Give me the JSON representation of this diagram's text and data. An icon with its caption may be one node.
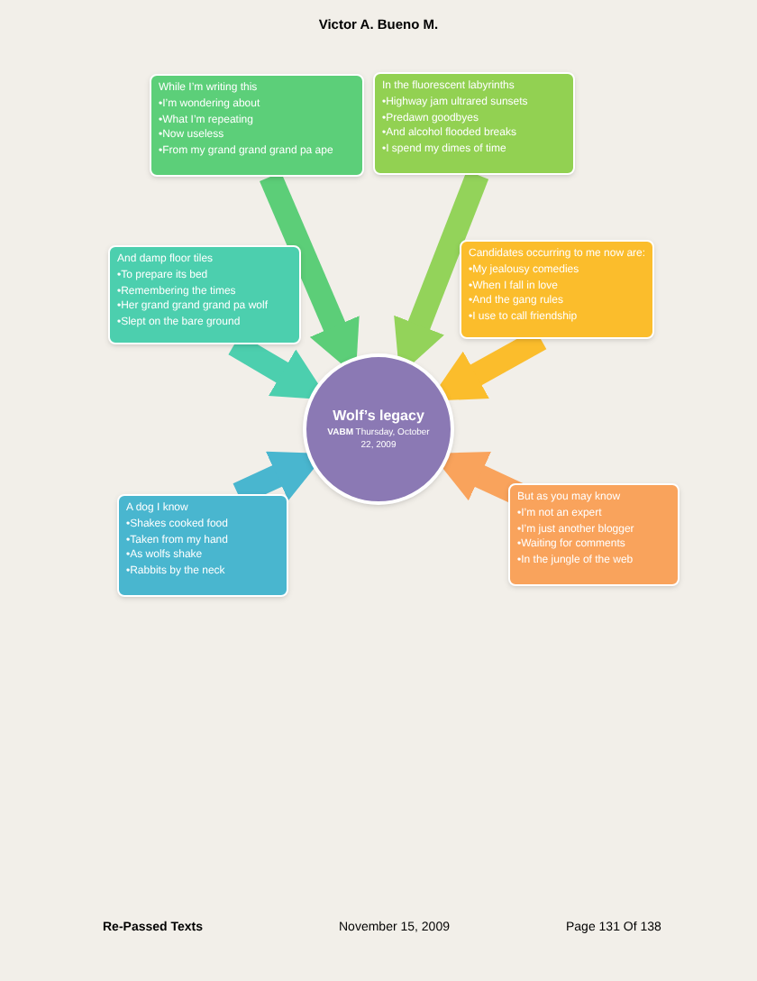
{
  "diagram": {
    "nodes": [
      {
        "text": [
          "Wolf’s legacy",
          "**VABM** Thursday, October 22, 2009"
        ]
      },
      {
        "text": [
          "While I’m writing this",
          "•I’m wondering about",
          "•What I’m repeating",
          "•Now useless",
          "•From my grand grand grand pa ape"
        ]
      },
      {
        "text": [
          "In the fluorescent labyrinths",
          "•Highway jam ultrared sunsets",
          "•Predawn goodbyes",
          "•And alcohol flooded breaks",
          "•I spend my dimes of time"
        ]
      },
      {
        "text": [
          "And damp floor tiles",
          "•To prepare its bed",
          "•Remembering the times",
          "•Her grand grand grand pa wolf",
          "•Slept on the bare ground"
        ]
      },
      {
        "text": [
          "Candidates occurring to me now are:",
          "•My jealousy comedies",
          "•When I fall in love",
          "•And the gang rules",
          "•I use to call friendship"
        ]
      },
      {
        "text": [
          "A dog I know",
          "•Shakes cooked food",
          "•Taken from my hand",
          "•As wolfs shake",
          "•Rabbits by the neck"
        ]
      },
      {
        "text": [
          "But as you may know",
          "•I’m not an expert",
          "•I’m just another blogger",
          "•Waiting for comments",
          "•In the jungle of the web"
        ]
      }
    ],
    "edges": [
      {
        "from": 1,
        "to": 0,
        "arrow": "to",
        "color": "#5cce78"
      },
      {
        "from": 2,
        "to": 0,
        "arrow": "to",
        "color": "#93d35a"
      },
      {
        "from": 3,
        "to": 0,
        "arrow": "to",
        "color": "#4ccfae"
      },
      {
        "from": 4,
        "to": 0,
        "arrow": "to",
        "color": "#fbbd2c"
      },
      {
        "from": 5,
        "to": 0,
        "arrow": "to",
        "color": "#49b6cf"
      },
      {
        "from": 6,
        "to": 0,
        "arrow": "to",
        "color": "#f9a35c"
      }
    ],
    "labels": [
      "Victor A. Bueno M.",
      "Re-Passed Texts",
      "November 15, 2009",
      "Page 131 Of 138"
    ]
  }
}
